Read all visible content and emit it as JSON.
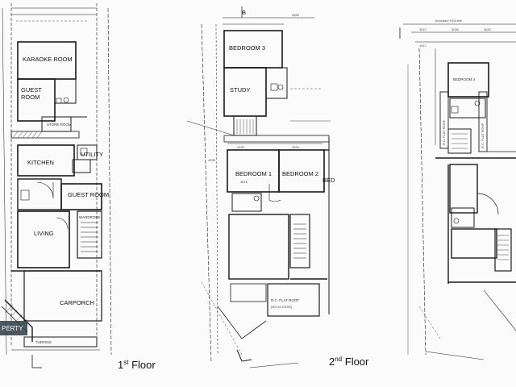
{
  "plan1": {
    "rooms": {
      "karaoke": "KARAOKE ROOM",
      "guest_room_top_1": "GUEST",
      "guest_room_top_2": "ROOM",
      "store_room": "STORE ROOM",
      "utility": "UTILITY",
      "kitchen": "KITCHEN",
      "guest_room": "GUEST ROOM",
      "wardrobe": "WARDROBE",
      "living": "LIVING",
      "carporch": "CARPORCH",
      "turfing": "TURFING"
    },
    "watermark": "PERTY",
    "caption_main": "1",
    "caption_sup": "st",
    "caption_rest": " Floor"
  },
  "plan2": {
    "rooms": {
      "bedroom3": "BEDROOM 3",
      "study": "STUDY",
      "bedroom1": "BEDROOM 1",
      "bedroom2": "BEDROOM 2",
      "bed_edge": "BED",
      "rc_flat_roof": "R.C. FLAT ROOF",
      "no_access": "(NO ACCESS)"
    },
    "dims": {
      "top": "2890",
      "left_a": "4150",
      "left_b": "3693",
      "bed1": "3615",
      "vert": "4335"
    },
    "label_b": "B",
    "caption_main": "2",
    "caption_sup": "nd",
    "caption_rest": " Floor"
  },
  "plan3": {
    "rooms": {
      "bedroom4": "BEDROOM 4",
      "rc_flat_roof_1": "R.C. FLAT ROOF",
      "rc_flat_roof_2": "R.C. FLAT ROOF"
    },
    "dims": {
      "boundary": "boundary 9131mm",
      "a": "3027",
      "b": "3030",
      "c": "3620",
      "d": "1417"
    }
  },
  "colors": {
    "line": "#1a1a1a",
    "background": "#fbfbfb"
  }
}
